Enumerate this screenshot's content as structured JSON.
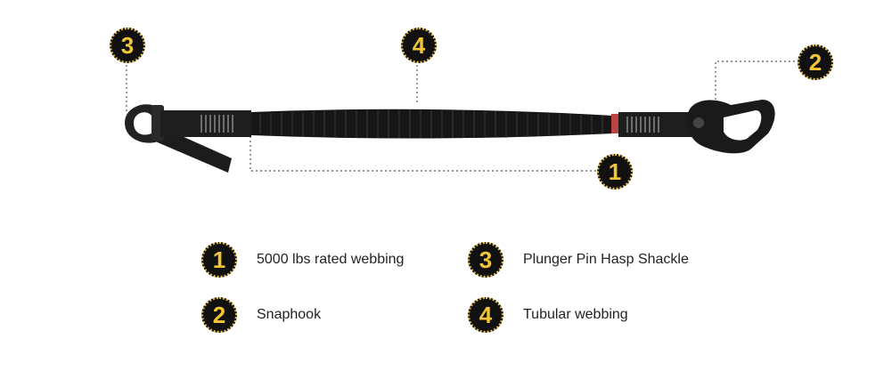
{
  "callouts": [
    {
      "number": "1"
    },
    {
      "number": "2"
    },
    {
      "number": "3"
    },
    {
      "number": "4"
    }
  ],
  "legend": [
    {
      "number": "1",
      "label": "5000 lbs rated webbing"
    },
    {
      "number": "3",
      "label": "Plunger Pin Hasp Shackle"
    },
    {
      "number": "2",
      "label": "Snaphook"
    },
    {
      "number": "4",
      "label": "Tubular webbing"
    }
  ],
  "colors": {
    "badge_fill": "#111111",
    "badge_ring": "#e8c14a",
    "badge_digit": "#f2c534",
    "lanyard": "#1c1c1c",
    "leader_line": "#555555"
  }
}
